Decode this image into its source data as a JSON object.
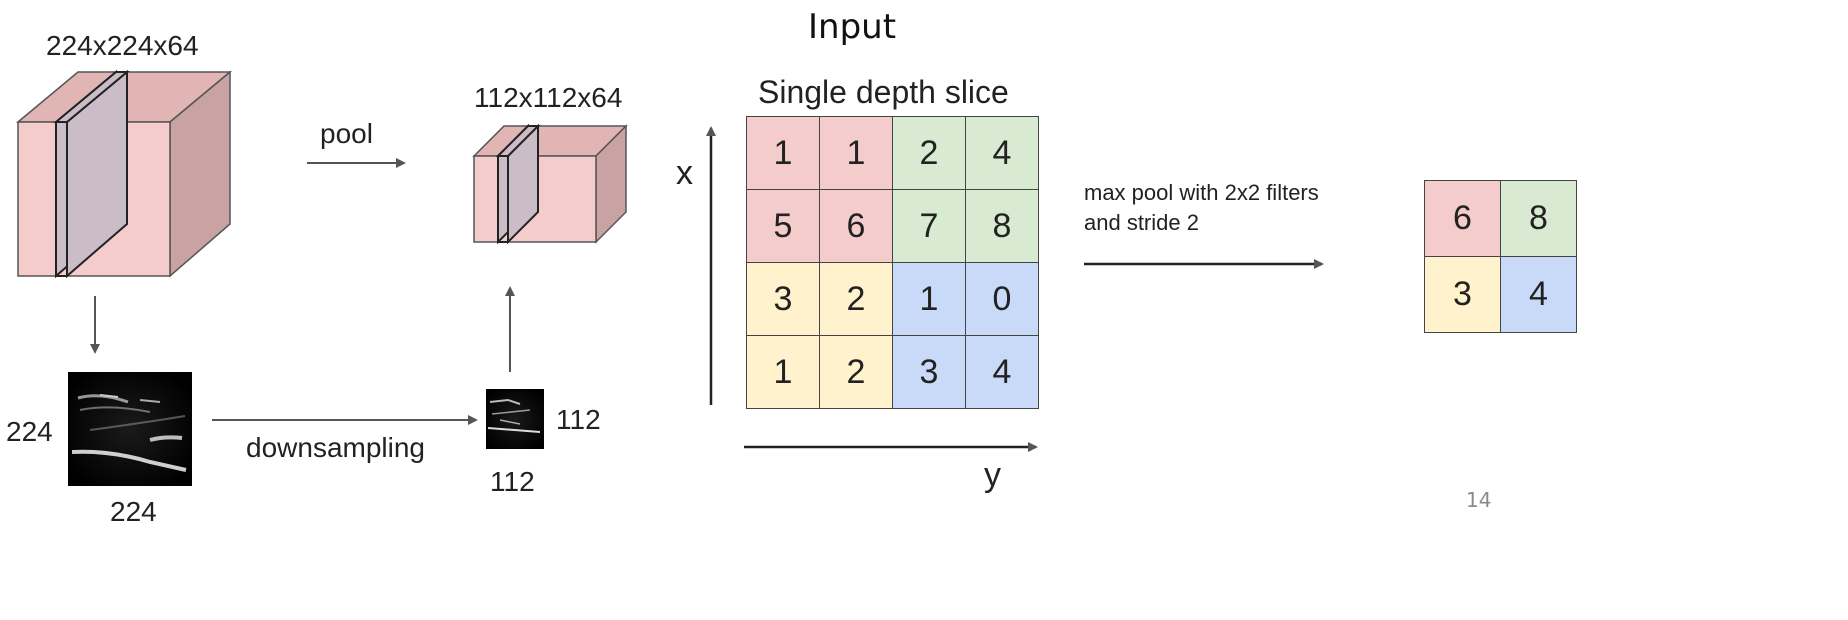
{
  "title": "Input",
  "left": {
    "big_volume_label": "224x224x64",
    "pool_label": "pool",
    "small_volume_label": "112x112x64",
    "big_image_side_label": "224",
    "big_image_bottom_label": "224",
    "downsampling_label": "downsampling",
    "small_image_side_label": "112",
    "small_image_bottom_label": "112"
  },
  "slice": {
    "title": "Single depth slice",
    "x_label": "x",
    "y_label": "y",
    "grid": [
      [
        "1",
        "1",
        "2",
        "4"
      ],
      [
        "5",
        "6",
        "7",
        "8"
      ],
      [
        "3",
        "2",
        "1",
        "0"
      ],
      [
        "1",
        "2",
        "3",
        "4"
      ]
    ],
    "quadrant_colors": {
      "top_left": "#f4cccc",
      "top_right": "#d9ead3",
      "bottom_left": "#fff2cc",
      "bottom_right": "#c9daf8"
    }
  },
  "operation": {
    "line1": "max pool with 2x2 filters",
    "line2": "and stride 2"
  },
  "output": {
    "grid": [
      [
        "6",
        "8"
      ],
      [
        "3",
        "4"
      ]
    ]
  },
  "slide_number": "14"
}
